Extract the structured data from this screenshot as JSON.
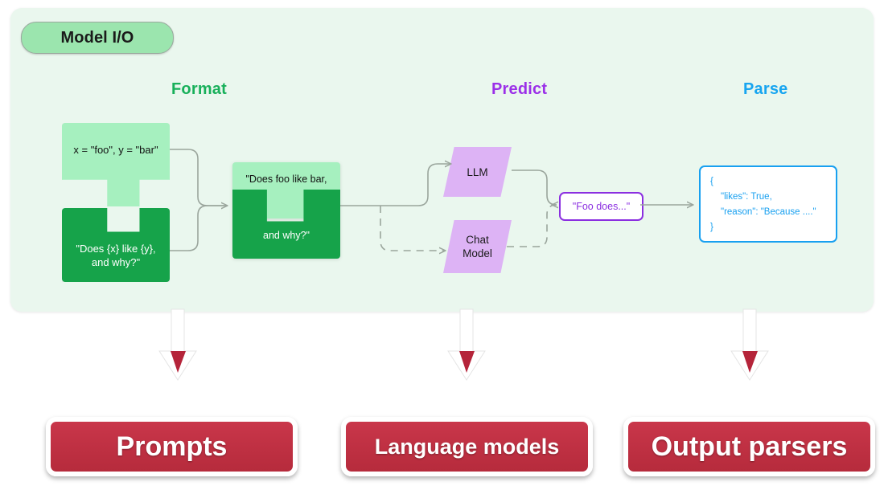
{
  "panel": {
    "badge_label": "Model I/O",
    "background_color": "#eaf7ee",
    "badge_color": "#9be5ae"
  },
  "columns": [
    {
      "id": "format",
      "label": "Format",
      "color": "#18b05a"
    },
    {
      "id": "predict",
      "label": "Predict",
      "color": "#9b30e8"
    },
    {
      "id": "parse",
      "label": "Parse",
      "color": "#17a5f0"
    }
  ],
  "format_stage": {
    "vars_piece": {
      "text": "x = \"foo\", y = \"bar\"",
      "color": "#a6f0bf"
    },
    "template_piece": {
      "text": "\"Does {x} like {y},\nand why?\"",
      "color": "#16a34a"
    },
    "combined_piece": {
      "line1": "\"Does foo like bar,",
      "line2": "and why?\"",
      "top_color": "#a6f0bf",
      "bottom_color": "#16a34a"
    }
  },
  "predict_stage": {
    "models": [
      {
        "name": "llm",
        "label": "LLM",
        "color": "#ddb3f5",
        "connector": "solid"
      },
      {
        "name": "chat",
        "label": "Chat\nModel",
        "color": "#ddb3f5",
        "connector": "dashed"
      }
    ],
    "completion_box": {
      "text": "\"Foo does...\"",
      "border_color": "#8b2fe0",
      "text_color": "#8b2fe0"
    }
  },
  "parse_stage": {
    "output_box": {
      "border_color": "#18a0f0",
      "text_color": "#18a0f0",
      "lines": [
        "{",
        "\"likes\": True,",
        "\"reason\": \"Because ....\"",
        "}"
      ]
    }
  },
  "footer": {
    "boxes": [
      {
        "id": "prompts",
        "label": "Prompts",
        "color": "#c9364a"
      },
      {
        "id": "models",
        "label": "Language models",
        "color": "#c9364a"
      },
      {
        "id": "parsers",
        "label": "Output parsers",
        "color": "#c9364a"
      }
    ],
    "arrow_color": "#b5243a",
    "arrow_outline_color": "#ffffff"
  }
}
